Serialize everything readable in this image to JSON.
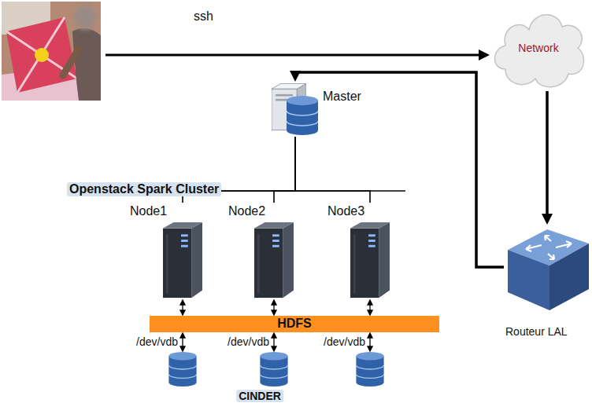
{
  "diagram": {
    "nodes": [
      {
        "text": [
          "Network"
        ]
      },
      {
        "text": [
          "Openstack Spark Cluster"
        ]
      },
      {
        "text": [
          "Master"
        ],
        "in": 1
      },
      {
        "text": [
          "Node1"
        ],
        "in": 1
      },
      {
        "text": [
          "Node2"
        ],
        "in": 1
      },
      {
        "text": [
          "Node3"
        ],
        "in": 1
      },
      {
        "text": [
          "HDFS"
        ],
        "in": 1
      },
      {
        "text": [
          "Routeur LAL"
        ]
      }
    ],
    "edges": [
      {
        "from": 0,
        "to": 7,
        "arrow": "to"
      },
      {
        "from": 7,
        "to": 2,
        "arrow": "to"
      },
      {
        "from": 2,
        "to": 3,
        "arrow": "none"
      },
      {
        "from": 2,
        "to": 4,
        "arrow": "none"
      },
      {
        "from": 2,
        "to": 5,
        "arrow": "none"
      }
    ],
    "labels": [
      "ssh",
      "/dev/vdb",
      "/dev/vdb",
      "/dev/vdb",
      "CINDER"
    ]
  }
}
